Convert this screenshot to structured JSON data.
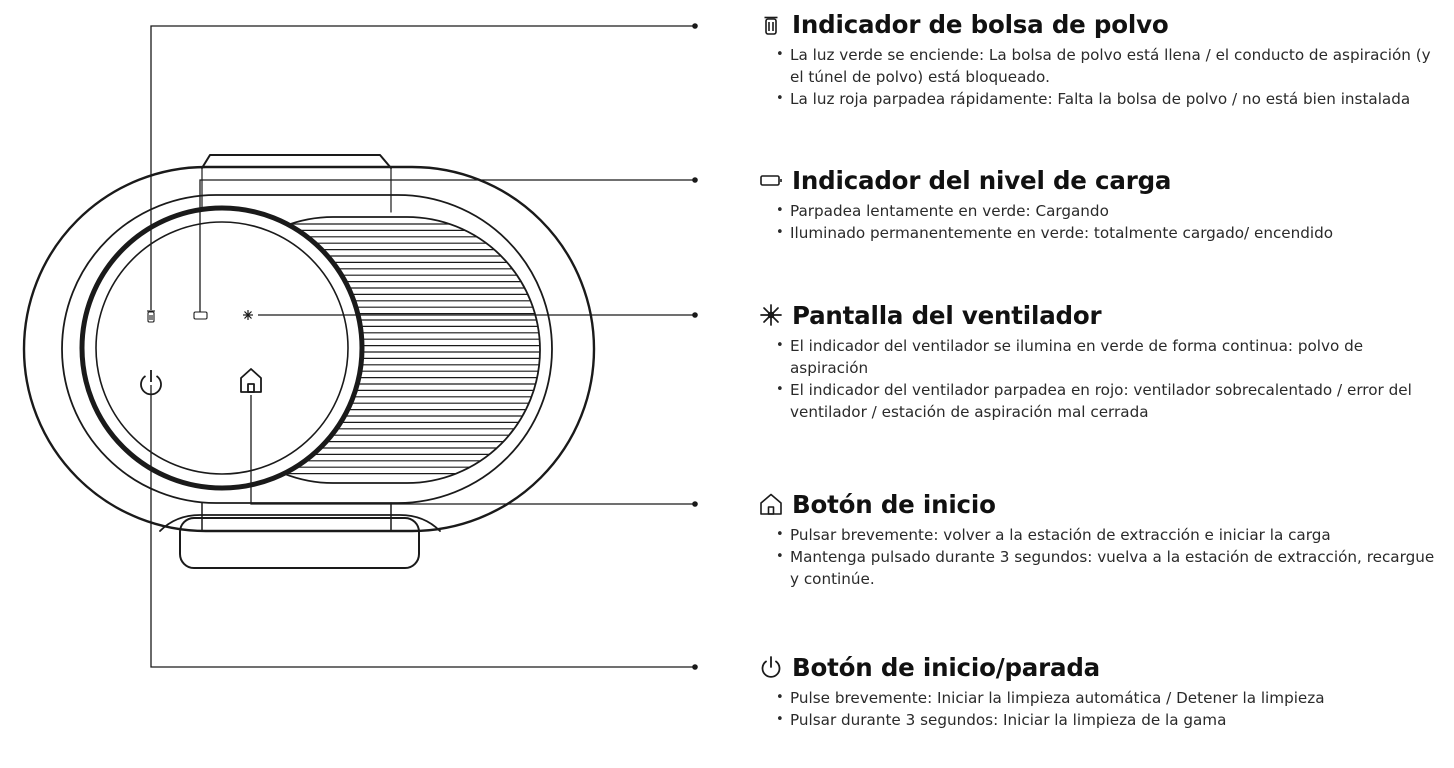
{
  "sections": [
    {
      "icon": "dust-bag-icon",
      "title": "Indicador de bolsa de polvo",
      "bullets": [
        "La luz verde se enciende: La bolsa de polvo está llena / el conducto de aspiración (y el túnel de polvo) está bloqueado.",
        "La luz roja parpadea rápidamente: Falta la bolsa de polvo / no está bien instalada"
      ]
    },
    {
      "icon": "battery-icon",
      "title": "Indicador del nivel de carga",
      "bullets": [
        "Parpadea lentamente en verde: Cargando",
        "Iluminado permanentemente en verde: totalmente cargado/ encendido"
      ]
    },
    {
      "icon": "fan-icon",
      "title": "Pantalla del ventilador",
      "bullets": [
        "El indicador del ventilador se ilumina en verde de forma continua: polvo de aspiración",
        "El indicador del ventilador parpadea en rojo: ventilador sobrecalentado / error del ventilador / estación de aspiración mal cerrada"
      ]
    },
    {
      "icon": "home-icon",
      "title": "Botón de inicio",
      "bullets": [
        "Pulsar brevemente: volver a la estación de extracción e iniciar la carga",
        "Mantenga pulsado durante 3 segundos: vuelva a la estación de extracción, recargue y continúe."
      ]
    },
    {
      "icon": "power-icon",
      "title": "Botón de inicio/parada",
      "bullets": [
        "Pulse brevemente: Iniciar la limpieza automática / Detener la limpieza",
        "Pulsar durante 3 segundos: Iniciar la limpieza de la gama"
      ]
    }
  ]
}
